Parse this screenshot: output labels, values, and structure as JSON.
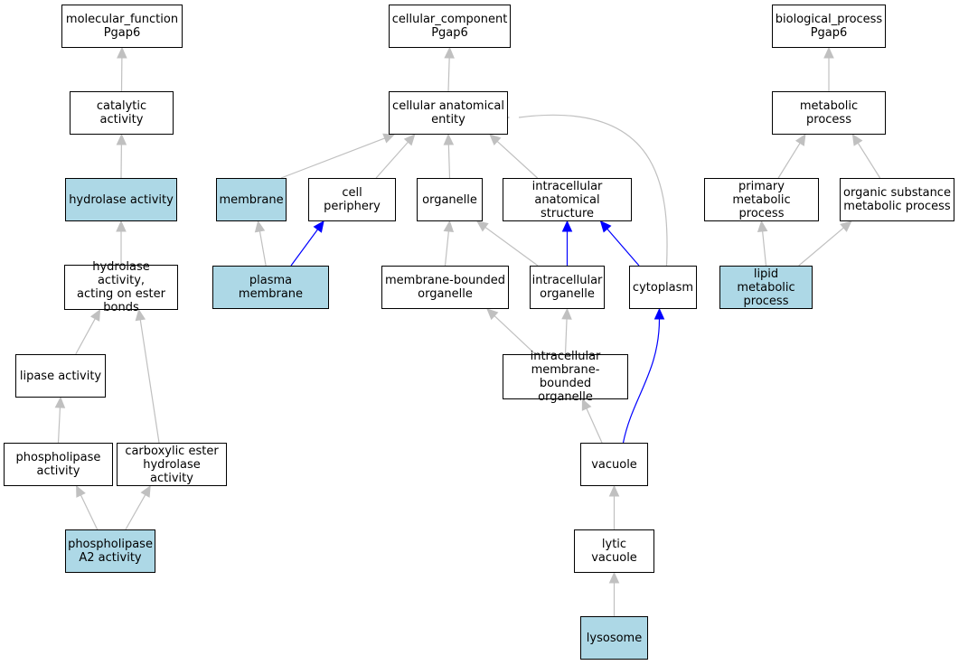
{
  "colors": {
    "default_fill": "#ffffff",
    "highlight_fill": "#add8e6",
    "gray_edge": "#c0c0c0",
    "blue_edge": "#0000ff"
  },
  "nodes": [
    {
      "id": "mf",
      "label": "molecular_function\nPgap6",
      "highlighted": false
    },
    {
      "id": "cat",
      "label": "catalytic activity",
      "highlighted": false
    },
    {
      "id": "hyd",
      "label": "hydrolase activity",
      "highlighted": true
    },
    {
      "id": "hydest",
      "label": "hydrolase activity,\nacting on ester\nbonds",
      "highlighted": false
    },
    {
      "id": "lip",
      "label": "lipase activity",
      "highlighted": false
    },
    {
      "id": "phl",
      "label": "phospholipase\nactivity",
      "highlighted": false
    },
    {
      "id": "carb",
      "label": "carboxylic ester\nhydrolase activity",
      "highlighted": false
    },
    {
      "id": "pla2",
      "label": "phospholipase\nA2 activity",
      "highlighted": true
    },
    {
      "id": "cc",
      "label": "cellular_component\nPgap6",
      "highlighted": false
    },
    {
      "id": "cae",
      "label": "cellular anatomical\nentity",
      "highlighted": false
    },
    {
      "id": "mem",
      "label": "membrane",
      "highlighted": true
    },
    {
      "id": "cper",
      "label": "cell periphery",
      "highlighted": false
    },
    {
      "id": "org",
      "label": "organelle",
      "highlighted": false
    },
    {
      "id": "ias",
      "label": "intracellular\nanatomical structure",
      "highlighted": false
    },
    {
      "id": "pm",
      "label": "plasma membrane",
      "highlighted": true
    },
    {
      "id": "mbo",
      "label": "membrane-bounded\norganelle",
      "highlighted": false
    },
    {
      "id": "io",
      "label": "intracellular\norganelle",
      "highlighted": false
    },
    {
      "id": "cyto",
      "label": "cytoplasm",
      "highlighted": false
    },
    {
      "id": "imbo",
      "label": "intracellular\nmembrane-bounded\norganelle",
      "highlighted": false
    },
    {
      "id": "vac",
      "label": "vacuole",
      "highlighted": false
    },
    {
      "id": "lvac",
      "label": "lytic vacuole",
      "highlighted": false
    },
    {
      "id": "lys",
      "label": "lysosome",
      "highlighted": true
    },
    {
      "id": "bp",
      "label": "biological_process\nPgap6",
      "highlighted": false
    },
    {
      "id": "met",
      "label": "metabolic process",
      "highlighted": false
    },
    {
      "id": "pmp",
      "label": "primary metabolic\nprocess",
      "highlighted": false
    },
    {
      "id": "osmp",
      "label": "organic substance\nmetabolic process",
      "highlighted": false
    },
    {
      "id": "lmp",
      "label": "lipid metabolic\nprocess",
      "highlighted": true
    }
  ],
  "edges": [
    {
      "from": "cat",
      "to": "mf",
      "style": "gray"
    },
    {
      "from": "hyd",
      "to": "cat",
      "style": "gray"
    },
    {
      "from": "hydest",
      "to": "hyd",
      "style": "gray"
    },
    {
      "from": "lip",
      "to": "hydest",
      "style": "gray"
    },
    {
      "from": "carb",
      "to": "hydest",
      "style": "gray"
    },
    {
      "from": "phl",
      "to": "lip",
      "style": "gray"
    },
    {
      "from": "pla2",
      "to": "phl",
      "style": "gray"
    },
    {
      "from": "pla2",
      "to": "carb",
      "style": "gray"
    },
    {
      "from": "cae",
      "to": "cc",
      "style": "gray"
    },
    {
      "from": "mem",
      "to": "cae",
      "style": "gray"
    },
    {
      "from": "cper",
      "to": "cae",
      "style": "gray"
    },
    {
      "from": "org",
      "to": "cae",
      "style": "gray"
    },
    {
      "from": "ias",
      "to": "cae",
      "style": "gray"
    },
    {
      "from": "cyto",
      "to": "cae",
      "style": "gray"
    },
    {
      "from": "pm",
      "to": "mem",
      "style": "gray"
    },
    {
      "from": "pm",
      "to": "cper",
      "style": "blue"
    },
    {
      "from": "mbo",
      "to": "org",
      "style": "gray"
    },
    {
      "from": "io",
      "to": "org",
      "style": "gray"
    },
    {
      "from": "io",
      "to": "ias",
      "style": "blue"
    },
    {
      "from": "cyto",
      "to": "ias",
      "style": "blue"
    },
    {
      "from": "imbo",
      "to": "mbo",
      "style": "gray"
    },
    {
      "from": "imbo",
      "to": "io",
      "style": "gray"
    },
    {
      "from": "vac",
      "to": "imbo",
      "style": "gray"
    },
    {
      "from": "vac",
      "to": "cyto",
      "style": "blue"
    },
    {
      "from": "lvac",
      "to": "vac",
      "style": "gray"
    },
    {
      "from": "lys",
      "to": "lvac",
      "style": "gray"
    },
    {
      "from": "met",
      "to": "bp",
      "style": "gray"
    },
    {
      "from": "pmp",
      "to": "met",
      "style": "gray"
    },
    {
      "from": "osmp",
      "to": "met",
      "style": "gray"
    },
    {
      "from": "lmp",
      "to": "pmp",
      "style": "gray"
    },
    {
      "from": "lmp",
      "to": "osmp",
      "style": "gray"
    }
  ]
}
